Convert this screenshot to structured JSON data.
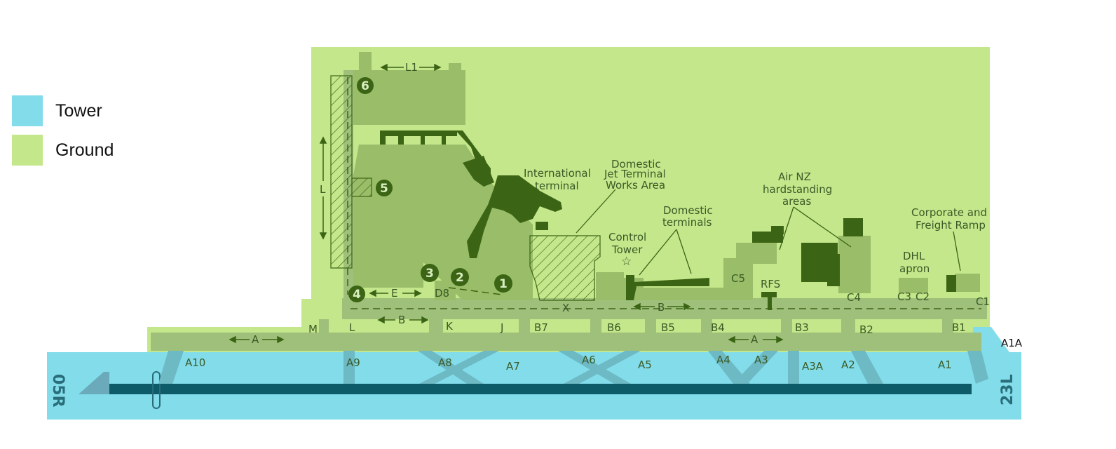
{
  "legend": {
    "items": [
      {
        "label": "Tower",
        "color": "#82dcea"
      },
      {
        "label": "Ground",
        "color": "#c4e78c"
      }
    ]
  },
  "colors": {
    "tower": "#82dcea",
    "ground": "#c4e78c",
    "taxi": "#9fc07a",
    "building": "#3b6414",
    "runway": "#0d5a68"
  },
  "map": {
    "runways": {
      "left": "05R",
      "right": "23L"
    },
    "labels": {
      "international_terminal": [
        "International",
        "terminal"
      ],
      "domestic_jet": [
        "Domestic",
        "Jet Terminal",
        "Works Area"
      ],
      "control_tower": [
        "Control",
        "Tower"
      ],
      "domestic_terminals": [
        "Domestic",
        "terminals"
      ],
      "air_nz": [
        "Air NZ",
        "hardstanding",
        "areas"
      ],
      "corporate": [
        "Corporate and",
        "Freight Ramp"
      ],
      "dhl": [
        "DHL",
        "apron"
      ],
      "rfs": "RFS",
      "l1": "L1",
      "l": "L",
      "e": "E",
      "b_upper": "B",
      "b_lower": "B",
      "a_left": "A",
      "a_right": "A",
      "x": "X",
      "d8": "D8",
      "c5": "C5",
      "c4": "C4",
      "c3": "C3",
      "c2": "C2",
      "c1": "C1",
      "a1a": "A1A"
    },
    "taxiway_labels": [
      "M",
      "L",
      "K",
      "J",
      "B7",
      "B6",
      "B5",
      "B4",
      "B3",
      "B2",
      "B1"
    ],
    "exit_labels": [
      "A10",
      "A9",
      "A8",
      "A7",
      "A6",
      "A5",
      "A4",
      "A3",
      "A3A",
      "A2",
      "A1"
    ],
    "gates": [
      "1",
      "2",
      "3",
      "4",
      "5",
      "6"
    ]
  }
}
